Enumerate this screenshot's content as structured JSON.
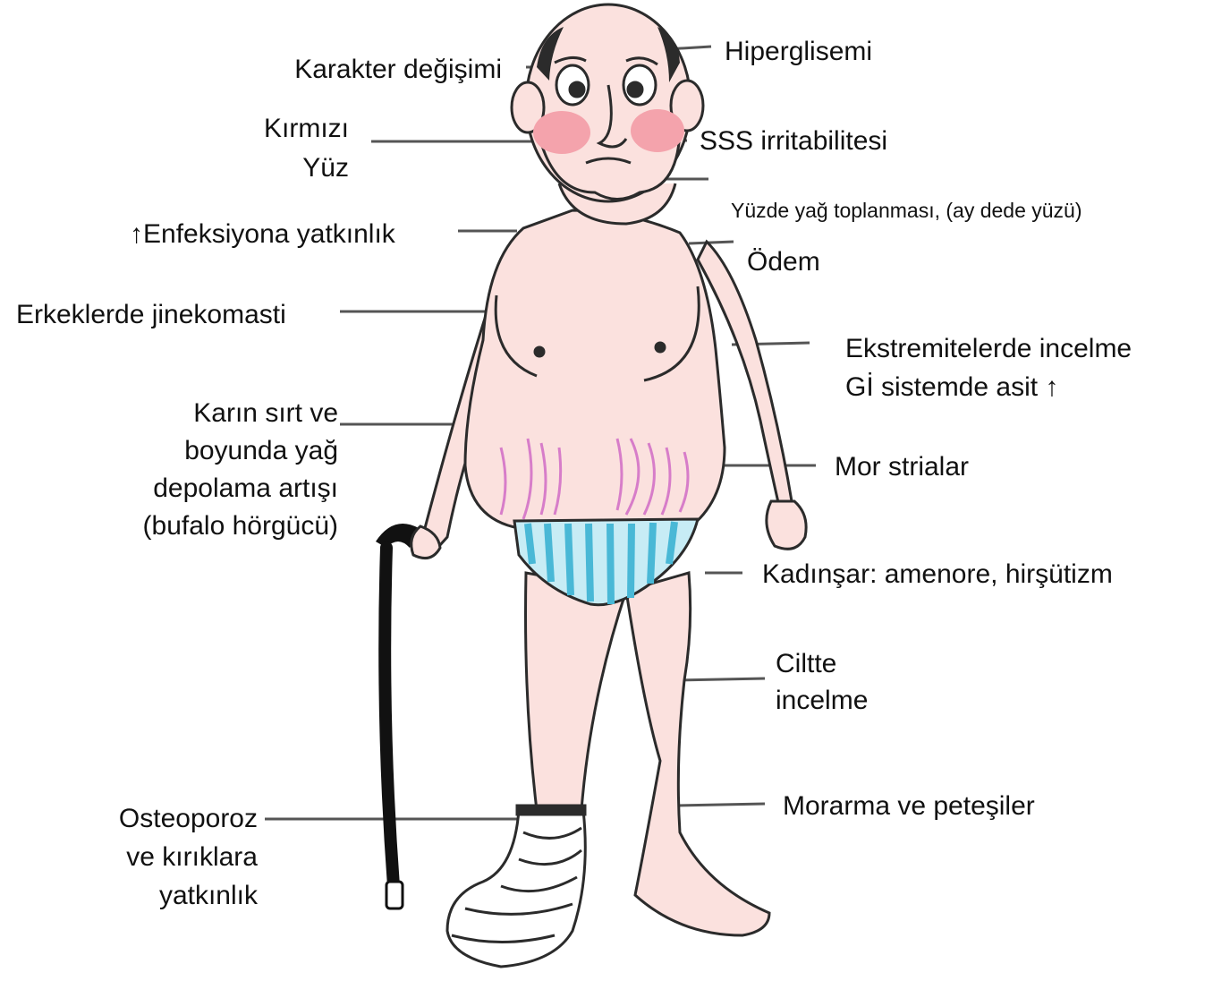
{
  "labels": {
    "karakter": "Karakter değişimi",
    "kirmizi_1": "Kırmızı",
    "kirmizi_2": "Yüz",
    "enfeksiyon_arrow": "↑",
    "enfeksiyon": "Enfeksiyona yatkınlık",
    "jinekomasti": "Erkeklerde jinekomasti",
    "karin_1": "Karın sırt ve",
    "karin_2": "boyunda yağ",
    "karin_3": "depolama artışı",
    "karin_4": "(bufalo hörgücü)",
    "osteo_1": "Osteoporoz",
    "osteo_2": "ve kırıklara",
    "osteo_3": "yatkınlık",
    "hiperglisemi": "Hiperglisemi",
    "sss": "SSS irritabilitesi",
    "yuzde": "Yüzde yağ toplanması, (ay dede yüzü)",
    "odem": "Ödem",
    "ekstremite": "Ekstremitelerde incelme",
    "gi": "Gİ sistemde asit",
    "gi_arrow": "↑",
    "mor_strialar": "Mor strialar",
    "kadin": "Kadınşar: amenore, hirşütizm",
    "ciltte_1": "Ciltte",
    "ciltte_2": "incelme",
    "morarma": "Morarma ve peteşiler"
  },
  "colors": {
    "skin": "#fbe1de",
    "outline": "#2b2b2b",
    "cheek": "#f4a3ac",
    "striae": "#d77dc9",
    "brief_blue": "#49b8d6",
    "brief_light": "#c7ecf5",
    "cast": "#ffffff",
    "cane": "#111111",
    "leader": "#555555"
  },
  "icons": [
    "person-illustration",
    "walking-cane",
    "leg-cast"
  ]
}
